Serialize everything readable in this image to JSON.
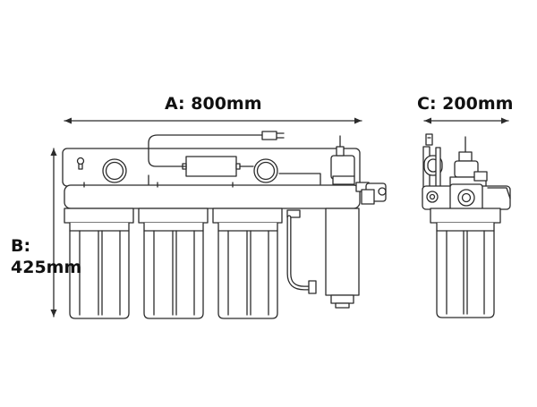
{
  "dimensions": {
    "width": {
      "letter": "A",
      "sep": ":",
      "value": "800mm",
      "text": "A: 800mm"
    },
    "depth": {
      "letter": "C",
      "sep": ":",
      "value": "200mm",
      "text": "C: 200mm"
    },
    "height": {
      "line1": "B:",
      "line2": "425mm"
    }
  },
  "colors": {
    "line": "#2b2b2b",
    "fill": "#ffffff",
    "background": "#ffffff"
  }
}
